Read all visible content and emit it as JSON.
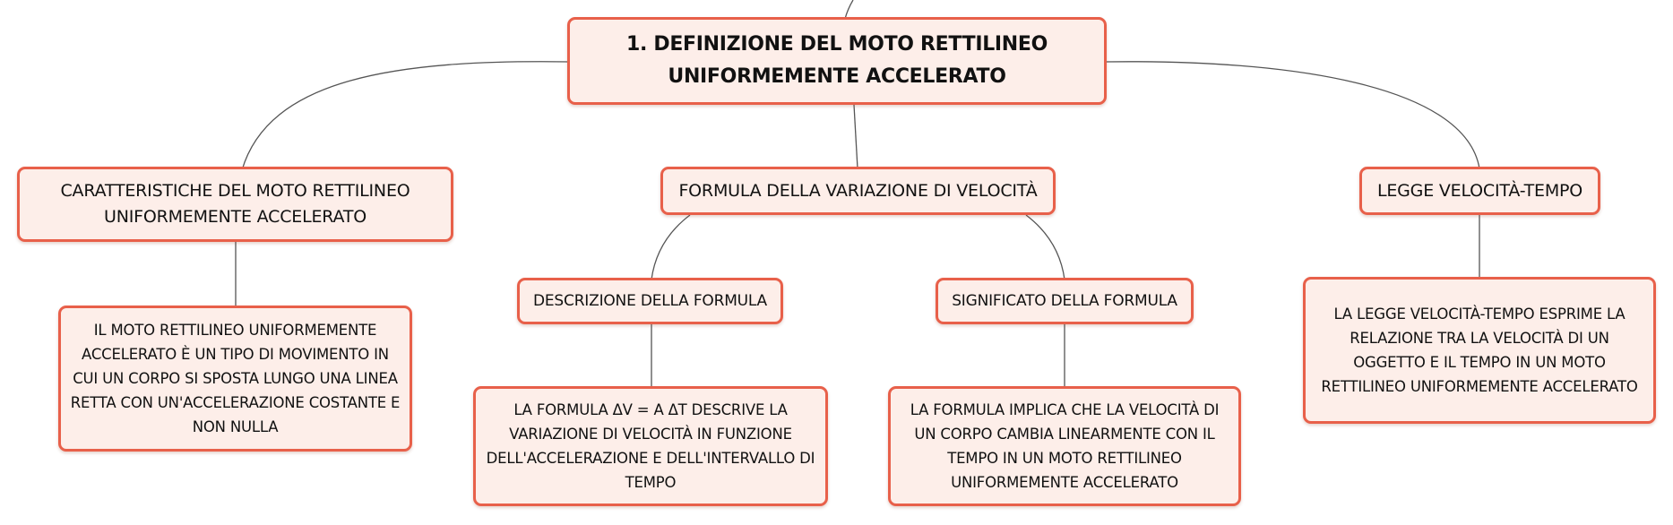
{
  "colors": {
    "node_fill": "#fdeee9",
    "node_border": "#e8604a",
    "connector": "#555555"
  },
  "nodes": {
    "root": {
      "label": "1. DEFINIZIONE DEL MOTO RETTILINEO UNIFORMEMENTE ACCELERATO"
    },
    "caratteristiche": {
      "label": "CARATTERISTICHE DEL MOTO RETTILINEO UNIFORMEMENTE ACCELERATO"
    },
    "caratteristiche_desc": {
      "label": "IL MOTO RETTILINEO UNIFORMEMENTE ACCELERATO È UN TIPO DI MOVIMENTO IN CUI UN CORPO SI SPOSTA LUNGO UNA LINEA RETTA CON UN'ACCELERAZIONE COSTANTE E NON NULLA"
    },
    "formula": {
      "label": "FORMULA DELLA VARIAZIONE DI VELOCITÀ"
    },
    "descrizione": {
      "label": "DESCRIZIONE DELLA FORMULA"
    },
    "descrizione_desc": {
      "label": "LA FORMULA ΔV = A ΔT DESCRIVE LA VARIAZIONE DI VELOCITÀ IN FUNZIONE DELL'ACCELERAZIONE E DELL'INTERVALLO DI TEMPO"
    },
    "significato": {
      "label": "SIGNIFICATO DELLA FORMULA"
    },
    "significato_desc": {
      "label": "LA FORMULA IMPLICA CHE LA VELOCITÀ DI UN CORPO CAMBIA LINEARMENTE CON IL TEMPO IN UN MOTO RETTILINEO UNIFORMEMENTE ACCELERATO"
    },
    "legge": {
      "label": "LEGGE VELOCITÀ-TEMPO"
    },
    "legge_desc": {
      "label": "LA LEGGE VELOCITÀ-TEMPO ESPRIME LA RELAZIONE TRA LA VELOCITÀ DI UN OGGETTO E IL TEMPO IN UN MOTO RETTILINEO UNIFORMEMENTE ACCELERATO"
    }
  },
  "edges": [
    {
      "from": "root",
      "to": "caratteristiche"
    },
    {
      "from": "root",
      "to": "formula"
    },
    {
      "from": "root",
      "to": "legge"
    },
    {
      "from": "caratteristiche",
      "to": "caratteristiche_desc"
    },
    {
      "from": "formula",
      "to": "descrizione"
    },
    {
      "from": "formula",
      "to": "significato"
    },
    {
      "from": "descrizione",
      "to": "descrizione_desc"
    },
    {
      "from": "significato",
      "to": "significato_desc"
    },
    {
      "from": "legge",
      "to": "legge_desc"
    }
  ]
}
